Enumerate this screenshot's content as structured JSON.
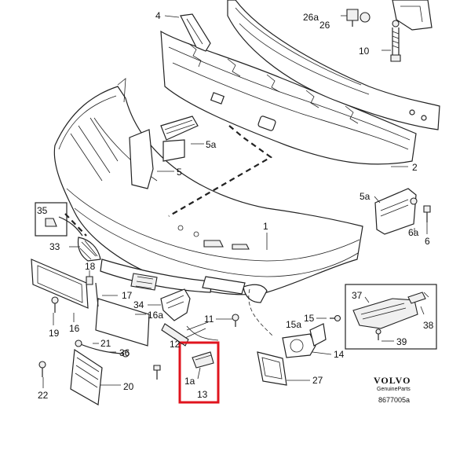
{
  "callouts": {
    "c1": "1",
    "c2": "2",
    "c4": "4",
    "c5": "5",
    "c5a_top": "5a",
    "c5a_right": "5a",
    "c6": "6",
    "c6a": "6a",
    "c10": "10",
    "c11": "11",
    "c12": "12",
    "c13": "13",
    "c1a": "1a",
    "c14": "14",
    "c15": "15",
    "c15a": "15a",
    "c16": "16",
    "c16a": "16a",
    "c17": "17",
    "c18": "18",
    "c19": "19",
    "c20": "20",
    "c21": "21",
    "c22": "22",
    "c26": "26",
    "c26a": "26a",
    "c27": "27",
    "c33": "33",
    "c34": "34",
    "c35": "35",
    "c36": "36",
    "c37": "37",
    "c38": "38",
    "c39": "39"
  },
  "branding": {
    "logo": "VOLVO",
    "sub": "GenuineParts",
    "code": "8677005a"
  },
  "highlight": {
    "color": "#e0141e"
  },
  "colors": {
    "ink": "#222222",
    "background": "#ffffff"
  }
}
